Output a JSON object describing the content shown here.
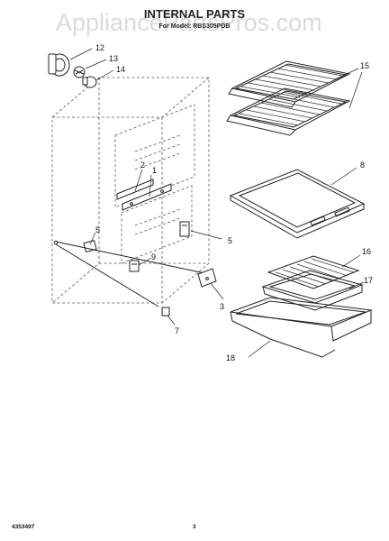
{
  "watermark": "AppliancePartsPros.com",
  "header": {
    "title": "INTERNAL PARTS",
    "subtitle": "For Model: RBS305PDB"
  },
  "callouts": [
    {
      "id": "c12",
      "label": "12"
    },
    {
      "id": "c13",
      "label": "13"
    },
    {
      "id": "c14",
      "label": "14"
    },
    {
      "id": "c15",
      "label": "15"
    },
    {
      "id": "c8",
      "label": "8"
    },
    {
      "id": "c2",
      "label": "2"
    },
    {
      "id": "c1",
      "label": "1"
    },
    {
      "id": "c5a",
      "label": "5"
    },
    {
      "id": "c5b",
      "label": "5"
    },
    {
      "id": "c9",
      "label": "9"
    },
    {
      "id": "c3",
      "label": "3"
    },
    {
      "id": "c7",
      "label": "7"
    },
    {
      "id": "c16",
      "label": "16"
    },
    {
      "id": "c17",
      "label": "17"
    },
    {
      "id": "c18",
      "label": "18"
    }
  ],
  "footer": {
    "part_number": "4353497",
    "page": "3"
  }
}
